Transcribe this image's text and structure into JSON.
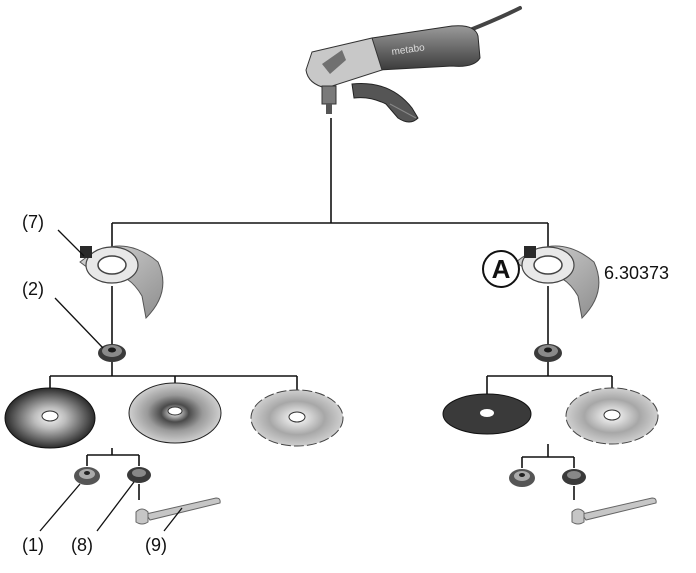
{
  "labels": {
    "guard_standard": "(7)",
    "support_flange": "(2)",
    "clamping_nut": "(1)",
    "quick_nut": "(8)",
    "spanner": "(9)",
    "accessory_marker": "A",
    "accessory_part_number": "6.30373"
  },
  "product": {
    "brand_text": "metabo"
  },
  "colors": {
    "line": "#111111",
    "body_grey": "#6b6b6b",
    "light_grey": "#b8b8b8",
    "dark": "#2a2a2a"
  }
}
